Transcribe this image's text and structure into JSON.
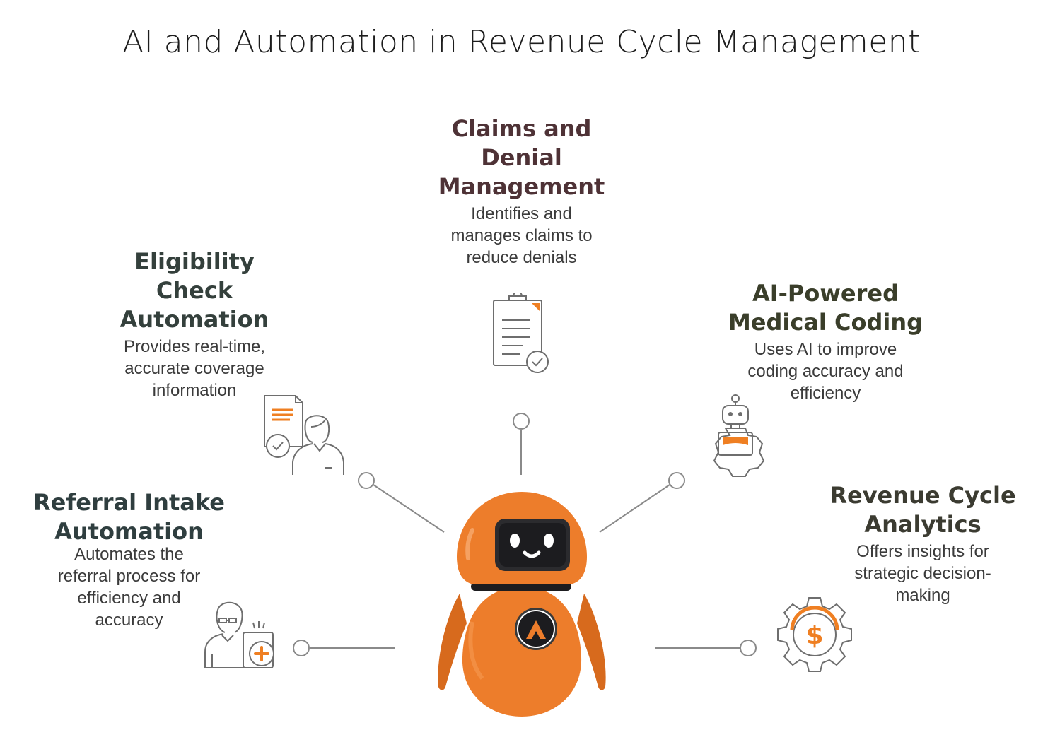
{
  "title": "AI and Automation in Revenue Cycle Management",
  "colors": {
    "accent": "#ef7f22",
    "robot_orange": "#ed7d2b",
    "icon_gray": "#6e6e6e",
    "robot_face": "#1c1c1f"
  },
  "features": {
    "claims": {
      "heading": [
        "Claims and",
        "Denial",
        "Management"
      ],
      "description": [
        "Identifies and",
        "manages claims to",
        "reduce denials"
      ],
      "icon": "clipboard-check-icon"
    },
    "eligibility": {
      "heading": [
        "Eligibility",
        "Check",
        "Automation"
      ],
      "description": [
        "Provides real-time,",
        "accurate coverage",
        "information"
      ],
      "icon": "document-check-person-icon"
    },
    "coding": {
      "heading": [
        "AI-Powered",
        "Medical Coding"
      ],
      "description": [
        "Uses AI to improve",
        "coding accuracy and",
        "efficiency"
      ],
      "icon": "robot-gear-icon"
    },
    "referral": {
      "heading": [
        "Referral Intake",
        "Automation"
      ],
      "description": [
        "Automates the",
        "referral process for",
        "efficiency and",
        "accuracy"
      ],
      "icon": "person-plus-icon"
    },
    "analytics": {
      "heading": [
        "Revenue Cycle",
        "Analytics"
      ],
      "description": [
        "Offers insights for",
        "strategic decision-",
        "making"
      ],
      "icon": "gear-dollar-icon"
    }
  }
}
